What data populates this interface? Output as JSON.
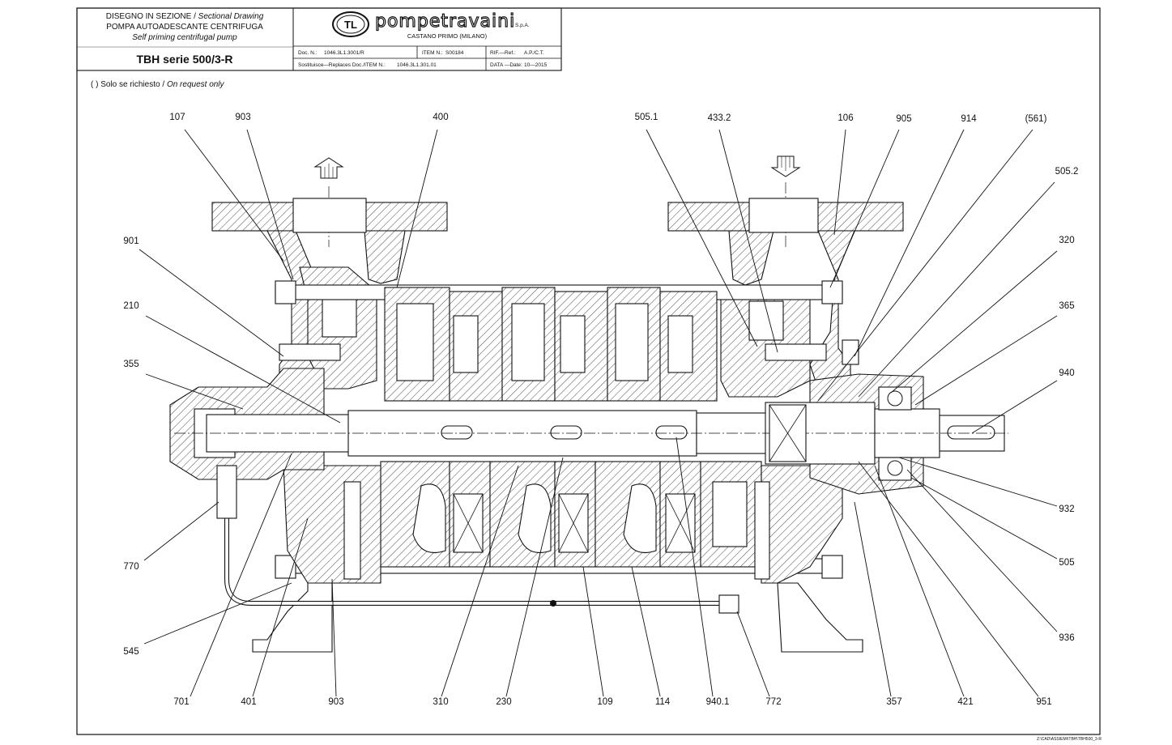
{
  "header": {
    "drawing_type_it": "DISEGNO IN SEZIONE /",
    "drawing_type_en": "Sectional Drawing",
    "pump_type_it": "POMPA AUTOADESCANTE CENTRIFUGA",
    "pump_type_en": "Self priming centrifugal pump",
    "series": "TBH serie 500/3-R",
    "company": "pompetravaini",
    "company_suffix": "S.p.A.",
    "company_logo_mark": "TL",
    "location": "CASTANO PRIMO  (MILANO)",
    "doc_label": "Doc. N.:",
    "doc_value": "1046.3L1.3001/R",
    "item_label": "ITEM N.:",
    "item_value": "S00184",
    "ref_label": "RIF.—Ref.:",
    "ref_value": "A.P./C.T.",
    "replaces_label": "Sostituisce—Replaces Doc./ITEM N.:",
    "replaces_value": "1046.3L1.301.01",
    "date_label": "DATA —Date:",
    "date_value": "10—2015"
  },
  "note": {
    "it": "( ) Solo se richiesto /",
    "en": "On request only"
  },
  "parts": {
    "p107": "107",
    "p903_top": "903",
    "p400": "400",
    "p505_1": "505.1",
    "p433_2": "433.2",
    "p106": "106",
    "p905": "905",
    "p914": "914",
    "p561": "(561)",
    "p505_2": "505.2",
    "p901": "901",
    "p320": "320",
    "p210": "210",
    "p365": "365",
    "p355": "355",
    "p940": "940",
    "p932": "932",
    "p770": "770",
    "p505": "505",
    "p545": "545",
    "p936": "936",
    "p701": "701",
    "p401": "401",
    "p903_bottom": "903",
    "p310": "310",
    "p230": "230",
    "p109": "109",
    "p114": "114",
    "p940_1": "940.1",
    "p772": "772",
    "p357": "357",
    "p421": "421",
    "p951": "951"
  },
  "footer": {
    "file_path": "Z:\\CAD\\ASSIEMI\\TBH\\TBH500_3-R"
  }
}
